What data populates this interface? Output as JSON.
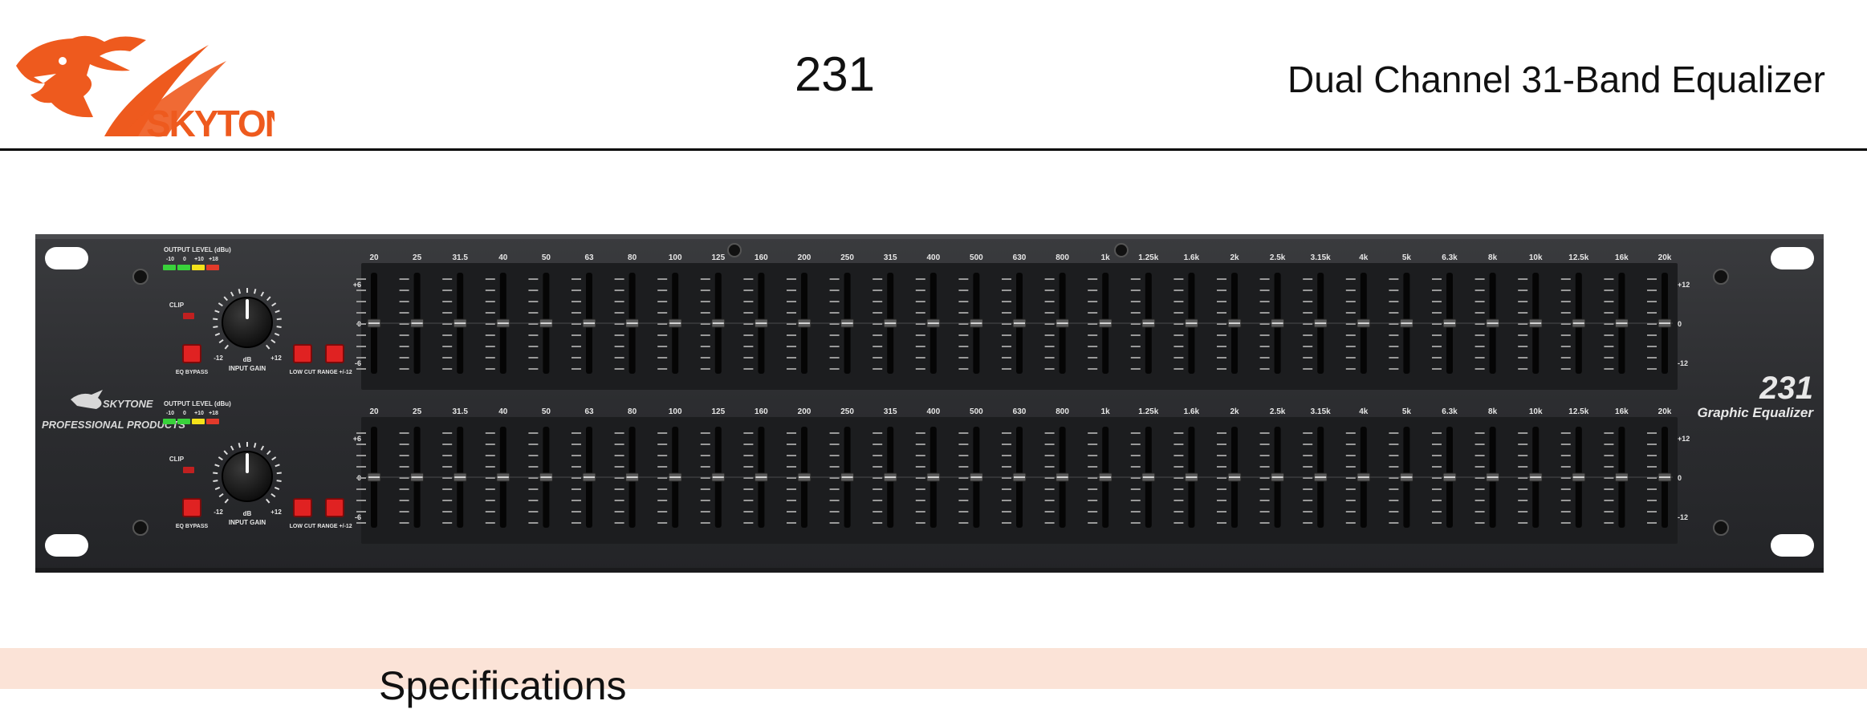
{
  "header": {
    "logo_text": "SKYTONE",
    "page_number": "231",
    "title": "Dual Channel 31-Band Equalizer"
  },
  "device": {
    "brand_small": "SKYTONE",
    "brand_tagline": "PROFESSIONAL PRODUCTS",
    "model_number": "231",
    "model_name": "Graphic Equalizer",
    "channels": [
      {
        "output_level_label": "OUTPUT LEVEL (dBu)",
        "led_labels": [
          "-10",
          "0",
          "+10",
          "+18"
        ],
        "led_colors": [
          "#39d23b",
          "#39d23b",
          "#f4e21a",
          "#e23a2a"
        ],
        "clip_label": "CLIP",
        "knob_min": "-12",
        "knob_max": "+12",
        "knob_unit": "dB",
        "knob_label": "INPUT GAIN",
        "eq_bypass_label": "EQ BYPASS",
        "low_cut_label": "LOW CUT",
        "range_label": "RANGE +/-12",
        "scale_left": [
          "+6",
          "0",
          "-6"
        ],
        "scale_right": [
          "+12",
          "0",
          "-12"
        ],
        "bands": [
          "20",
          "25",
          "31.5",
          "40",
          "50",
          "63",
          "80",
          "100",
          "125",
          "160",
          "200",
          "250",
          "315",
          "400",
          "500",
          "630",
          "800",
          "1k",
          "1.25k",
          "1.6k",
          "2k",
          "2.5k",
          "3.15k",
          "4k",
          "5k",
          "6.3k",
          "8k",
          "10k",
          "12.5k",
          "16k",
          "20k"
        ],
        "fader_levels_db": [
          0,
          0,
          0,
          0,
          0,
          0,
          0,
          0,
          0,
          0,
          0,
          0,
          0,
          0,
          0,
          0,
          0,
          0,
          0,
          0,
          0,
          0,
          0,
          0,
          0,
          0,
          0,
          0,
          0,
          0,
          0
        ]
      },
      {
        "output_level_label": "OUTPUT LEVEL (dBu)",
        "led_labels": [
          "-10",
          "0",
          "+10",
          "+18"
        ],
        "led_colors": [
          "#39d23b",
          "#39d23b",
          "#f4e21a",
          "#e23a2a"
        ],
        "clip_label": "CLIP",
        "knob_min": "-12",
        "knob_max": "+12",
        "knob_unit": "dB",
        "knob_label": "INPUT GAIN",
        "eq_bypass_label": "EQ BYPASS",
        "low_cut_label": "LOW CUT",
        "range_label": "RANGE +/-12",
        "scale_left": [
          "+6",
          "0",
          "-6"
        ],
        "scale_right": [
          "+12",
          "0",
          "-12"
        ],
        "bands": [
          "20",
          "25",
          "31.5",
          "40",
          "50",
          "63",
          "80",
          "100",
          "125",
          "160",
          "200",
          "250",
          "315",
          "400",
          "500",
          "630",
          "800",
          "1k",
          "1.25k",
          "1.6k",
          "2k",
          "2.5k",
          "3.15k",
          "4k",
          "5k",
          "6.3k",
          "8k",
          "10k",
          "12.5k",
          "16k",
          "20k"
        ],
        "fader_levels_db": [
          0,
          0,
          0,
          0,
          0,
          0,
          0,
          0,
          0,
          0,
          0,
          0,
          0,
          0,
          0,
          0,
          0,
          0,
          0,
          0,
          0,
          0,
          0,
          0,
          0,
          0,
          0,
          0,
          0,
          0,
          0
        ]
      }
    ]
  },
  "specs": {
    "title": "Specifications"
  },
  "colors": {
    "brand_orange": "#ee5a1e",
    "panel": "#2b2c2e",
    "rule": "#000000",
    "specs_band": "#fbe3d7"
  }
}
